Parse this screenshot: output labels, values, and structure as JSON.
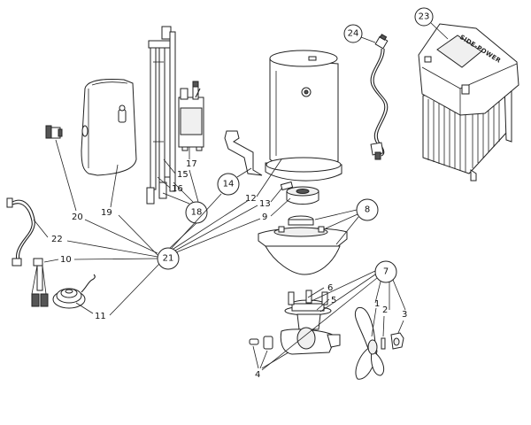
{
  "brand_text": "SIDE-POWER",
  "callouts": {
    "c23": "23",
    "c24": "24",
    "c14": "14",
    "c18": "18",
    "c8": "8",
    "c21": "21",
    "c7": "7"
  },
  "labels": {
    "l1": "1",
    "l2": "2",
    "l3": "3",
    "l4": "4",
    "l5": "5",
    "l6": "6",
    "l9": "9",
    "l10": "10",
    "l11": "11",
    "l12": "12",
    "l13": "13",
    "l15": "15",
    "l16": "16",
    "l17": "17",
    "l19": "19",
    "l20": "20",
    "l22": "22"
  }
}
